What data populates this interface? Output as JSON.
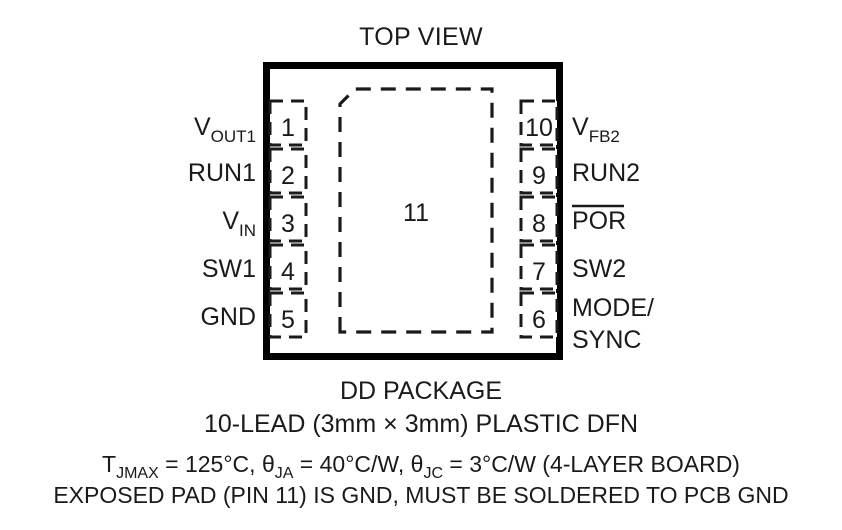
{
  "diagram": {
    "title": "TOP VIEW",
    "exposed_pad_number": "11",
    "pins_left": [
      {
        "number": "1",
        "label_main": "V",
        "label_sub": "OUT1",
        "overline": false
      },
      {
        "number": "2",
        "label_main": "RUN1",
        "label_sub": "",
        "overline": false
      },
      {
        "number": "3",
        "label_main": "V",
        "label_sub": "IN",
        "overline": false
      },
      {
        "number": "4",
        "label_main": "SW1",
        "label_sub": "",
        "overline": false
      },
      {
        "number": "5",
        "label_main": "GND",
        "label_sub": "",
        "overline": false
      }
    ],
    "pins_right": [
      {
        "number": "10",
        "label_main": "V",
        "label_sub": "FB2",
        "overline": false,
        "line2": ""
      },
      {
        "number": "9",
        "label_main": "RUN2",
        "label_sub": "",
        "overline": false,
        "line2": ""
      },
      {
        "number": "8",
        "label_main": "POR",
        "label_sub": "",
        "overline": true,
        "line2": ""
      },
      {
        "number": "7",
        "label_main": "SW2",
        "label_sub": "",
        "overline": false,
        "line2": ""
      },
      {
        "number": "6",
        "label_main": "MODE/",
        "label_sub": "",
        "overline": false,
        "line2": "SYNC"
      }
    ],
    "captions": {
      "package_name": "DD PACKAGE",
      "package_desc": "10-LEAD (3mm × 3mm) PLASTIC DFN",
      "thermal": {
        "tj_symbol": "T",
        "tj_sub": "JMAX",
        "tj_value": " = 125°C, ",
        "theta_ja_symbol": "θ",
        "theta_ja_sub": "JA",
        "theta_ja_value": " = 40°C/W, ",
        "theta_jc_symbol": "θ",
        "theta_jc_sub": "JC",
        "theta_jc_value": " = 3°C/W (4-LAYER BOARD)"
      },
      "exposed_pad_note": "EXPOSED PAD (PIN 11) IS GND, MUST BE SOLDERED TO PCB GND"
    },
    "colors": {
      "ink": "#000000",
      "text": "#1a1a1a",
      "background": "#ffffff"
    }
  }
}
